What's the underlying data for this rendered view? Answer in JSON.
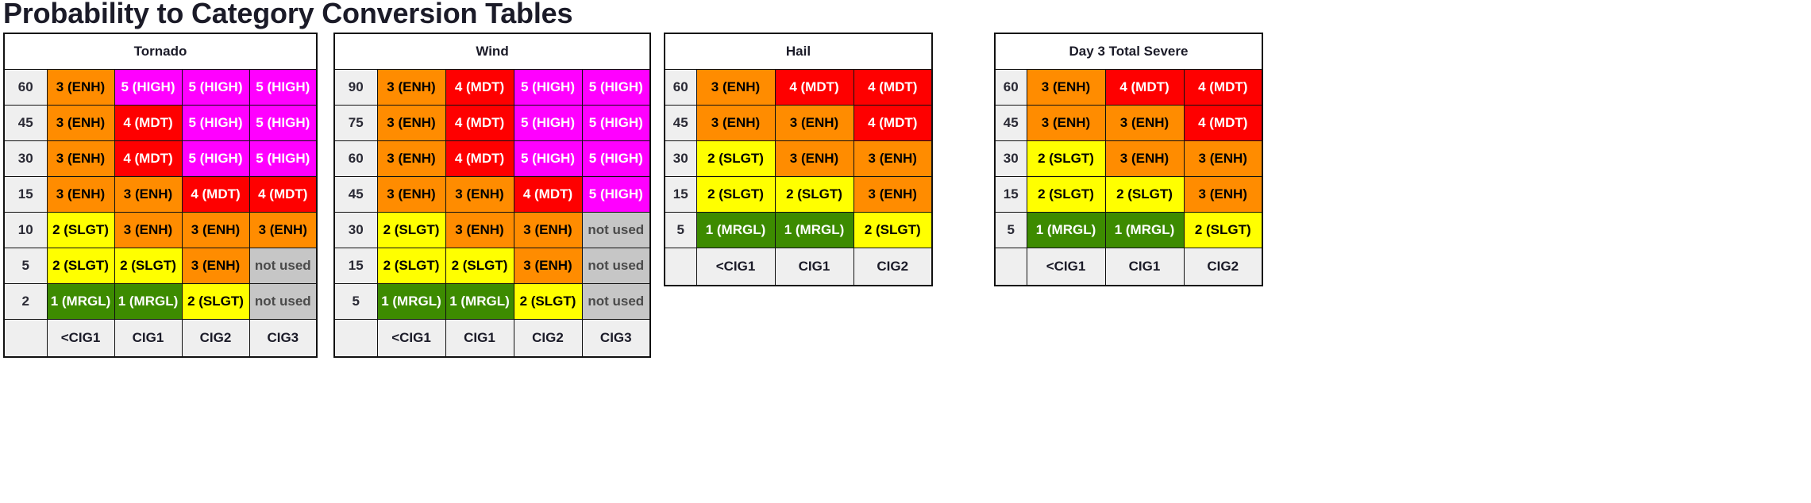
{
  "page": {
    "title": "Probability to Category Conversion Tables"
  },
  "legend_colors": {
    "mrgl": "#3d8b00",
    "slgt": "#ffff00",
    "enh": "#ff8c00",
    "mdt": "#fe0000",
    "high": "#ff00ff",
    "not_used": "#c6c6c6",
    "prob_header_bg": "#efefef",
    "border": "#111111"
  },
  "tables": [
    {
      "name": "tornado",
      "title": "Tornado",
      "columns": [
        "<CIG1",
        "CIG1",
        "CIG2",
        "CIG3"
      ],
      "probabilities": [
        "60",
        "45",
        "30",
        "15",
        "10",
        "5",
        "2"
      ],
      "rows": [
        {
          "probability": "60",
          "cells": [
            {
              "label": "3 (ENH)",
              "cat": "enh"
            },
            {
              "label": "5 (HIGH)",
              "cat": "high"
            },
            {
              "label": "5 (HIGH)",
              "cat": "high"
            },
            {
              "label": "5 (HIGH)",
              "cat": "high"
            }
          ]
        },
        {
          "probability": "45",
          "cells": [
            {
              "label": "3 (ENH)",
              "cat": "enh"
            },
            {
              "label": "4 (MDT)",
              "cat": "mdt"
            },
            {
              "label": "5 (HIGH)",
              "cat": "high"
            },
            {
              "label": "5 (HIGH)",
              "cat": "high"
            }
          ]
        },
        {
          "probability": "30",
          "cells": [
            {
              "label": "3 (ENH)",
              "cat": "enh"
            },
            {
              "label": "4 (MDT)",
              "cat": "mdt"
            },
            {
              "label": "5 (HIGH)",
              "cat": "high"
            },
            {
              "label": "5 (HIGH)",
              "cat": "high"
            }
          ]
        },
        {
          "probability": "15",
          "cells": [
            {
              "label": "3 (ENH)",
              "cat": "enh"
            },
            {
              "label": "3 (ENH)",
              "cat": "enh"
            },
            {
              "label": "4 (MDT)",
              "cat": "mdt"
            },
            {
              "label": "4 (MDT)",
              "cat": "mdt"
            }
          ]
        },
        {
          "probability": "10",
          "cells": [
            {
              "label": "2 (SLGT)",
              "cat": "slgt"
            },
            {
              "label": "3 (ENH)",
              "cat": "enh"
            },
            {
              "label": "3 (ENH)",
              "cat": "enh"
            },
            {
              "label": "3 (ENH)",
              "cat": "enh"
            }
          ]
        },
        {
          "probability": "5",
          "cells": [
            {
              "label": "2 (SLGT)",
              "cat": "slgt"
            },
            {
              "label": "2 (SLGT)",
              "cat": "slgt"
            },
            {
              "label": "3 (ENH)",
              "cat": "enh"
            },
            {
              "label": "not used",
              "cat": "none"
            }
          ]
        },
        {
          "probability": "2",
          "cells": [
            {
              "label": "1 (MRGL)",
              "cat": "mrgl"
            },
            {
              "label": "1 (MRGL)",
              "cat": "mrgl"
            },
            {
              "label": "2 (SLGT)",
              "cat": "slgt"
            },
            {
              "label": "not used",
              "cat": "none"
            }
          ]
        }
      ]
    },
    {
      "name": "wind",
      "title": "Wind",
      "columns": [
        "<CIG1",
        "CIG1",
        "CIG2",
        "CIG3"
      ],
      "probabilities": [
        "90",
        "75",
        "60",
        "45",
        "30",
        "15",
        "5"
      ],
      "rows": [
        {
          "probability": "90",
          "cells": [
            {
              "label": "3 (ENH)",
              "cat": "enh"
            },
            {
              "label": "4 (MDT)",
              "cat": "mdt"
            },
            {
              "label": "5 (HIGH)",
              "cat": "high"
            },
            {
              "label": "5 (HIGH)",
              "cat": "high"
            }
          ]
        },
        {
          "probability": "75",
          "cells": [
            {
              "label": "3 (ENH)",
              "cat": "enh"
            },
            {
              "label": "4 (MDT)",
              "cat": "mdt"
            },
            {
              "label": "5 (HIGH)",
              "cat": "high"
            },
            {
              "label": "5 (HIGH)",
              "cat": "high"
            }
          ]
        },
        {
          "probability": "60",
          "cells": [
            {
              "label": "3 (ENH)",
              "cat": "enh"
            },
            {
              "label": "4 (MDT)",
              "cat": "mdt"
            },
            {
              "label": "5 (HIGH)",
              "cat": "high"
            },
            {
              "label": "5 (HIGH)",
              "cat": "high"
            }
          ]
        },
        {
          "probability": "45",
          "cells": [
            {
              "label": "3 (ENH)",
              "cat": "enh"
            },
            {
              "label": "3 (ENH)",
              "cat": "enh"
            },
            {
              "label": "4 (MDT)",
              "cat": "mdt"
            },
            {
              "label": "5 (HIGH)",
              "cat": "high"
            }
          ]
        },
        {
          "probability": "30",
          "cells": [
            {
              "label": "2 (SLGT)",
              "cat": "slgt"
            },
            {
              "label": "3 (ENH)",
              "cat": "enh"
            },
            {
              "label": "3 (ENH)",
              "cat": "enh"
            },
            {
              "label": "not used",
              "cat": "none"
            }
          ]
        },
        {
          "probability": "15",
          "cells": [
            {
              "label": "2 (SLGT)",
              "cat": "slgt"
            },
            {
              "label": "2 (SLGT)",
              "cat": "slgt"
            },
            {
              "label": "3 (ENH)",
              "cat": "enh"
            },
            {
              "label": "not used",
              "cat": "none"
            }
          ]
        },
        {
          "probability": "5",
          "cells": [
            {
              "label": "1 (MRGL)",
              "cat": "mrgl"
            },
            {
              "label": "1 (MRGL)",
              "cat": "mrgl"
            },
            {
              "label": "2 (SLGT)",
              "cat": "slgt"
            },
            {
              "label": "not used",
              "cat": "none"
            }
          ]
        }
      ]
    },
    {
      "name": "hail",
      "title": "Hail",
      "columns": [
        "<CIG1",
        "CIG1",
        "CIG2"
      ],
      "probabilities": [
        "60",
        "45",
        "30",
        "15",
        "5"
      ],
      "rows": [
        {
          "probability": "60",
          "cells": [
            {
              "label": "3 (ENH)",
              "cat": "enh"
            },
            {
              "label": "4 (MDT)",
              "cat": "mdt"
            },
            {
              "label": "4 (MDT)",
              "cat": "mdt"
            }
          ]
        },
        {
          "probability": "45",
          "cells": [
            {
              "label": "3 (ENH)",
              "cat": "enh"
            },
            {
              "label": "3 (ENH)",
              "cat": "enh"
            },
            {
              "label": "4 (MDT)",
              "cat": "mdt"
            }
          ]
        },
        {
          "probability": "30",
          "cells": [
            {
              "label": "2 (SLGT)",
              "cat": "slgt"
            },
            {
              "label": "3 (ENH)",
              "cat": "enh"
            },
            {
              "label": "3 (ENH)",
              "cat": "enh"
            }
          ]
        },
        {
          "probability": "15",
          "cells": [
            {
              "label": "2 (SLGT)",
              "cat": "slgt"
            },
            {
              "label": "2 (SLGT)",
              "cat": "slgt"
            },
            {
              "label": "3 (ENH)",
              "cat": "enh"
            }
          ]
        },
        {
          "probability": "5",
          "cells": [
            {
              "label": "1 (MRGL)",
              "cat": "mrgl"
            },
            {
              "label": "1 (MRGL)",
              "cat": "mrgl"
            },
            {
              "label": "2 (SLGT)",
              "cat": "slgt"
            }
          ]
        }
      ]
    },
    {
      "name": "day3-total-severe",
      "title": "Day 3 Total Severe",
      "columns": [
        "<CIG1",
        "CIG1",
        "CIG2"
      ],
      "probabilities": [
        "60",
        "45",
        "30",
        "15",
        "5"
      ],
      "rows": [
        {
          "probability": "60",
          "cells": [
            {
              "label": "3 (ENH)",
              "cat": "enh"
            },
            {
              "label": "4 (MDT)",
              "cat": "mdt"
            },
            {
              "label": "4 (MDT)",
              "cat": "mdt"
            }
          ]
        },
        {
          "probability": "45",
          "cells": [
            {
              "label": "3 (ENH)",
              "cat": "enh"
            },
            {
              "label": "3 (ENH)",
              "cat": "enh"
            },
            {
              "label": "4 (MDT)",
              "cat": "mdt"
            }
          ]
        },
        {
          "probability": "30",
          "cells": [
            {
              "label": "2 (SLGT)",
              "cat": "slgt"
            },
            {
              "label": "3 (ENH)",
              "cat": "enh"
            },
            {
              "label": "3 (ENH)",
              "cat": "enh"
            }
          ]
        },
        {
          "probability": "15",
          "cells": [
            {
              "label": "2 (SLGT)",
              "cat": "slgt"
            },
            {
              "label": "2 (SLGT)",
              "cat": "slgt"
            },
            {
              "label": "3 (ENH)",
              "cat": "enh"
            }
          ]
        },
        {
          "probability": "5",
          "cells": [
            {
              "label": "1 (MRGL)",
              "cat": "mrgl"
            },
            {
              "label": "1 (MRGL)",
              "cat": "mrgl"
            },
            {
              "label": "2 (SLGT)",
              "cat": "slgt"
            }
          ]
        }
      ]
    }
  ]
}
